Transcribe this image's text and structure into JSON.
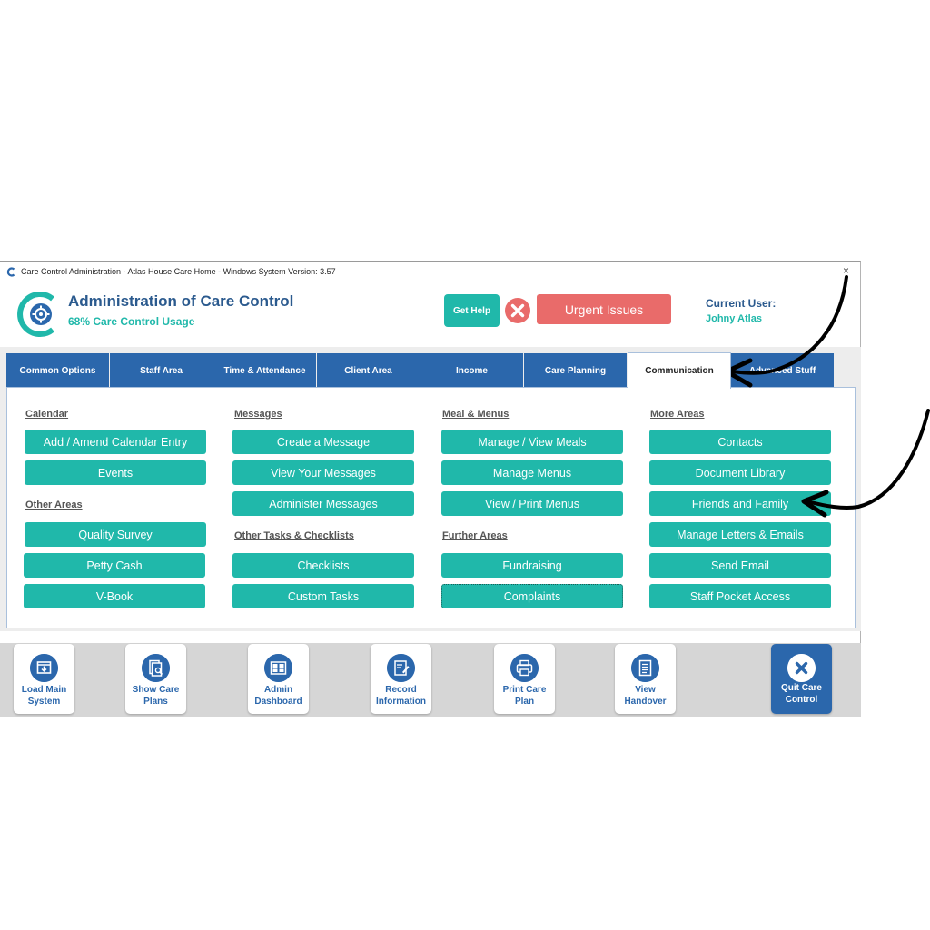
{
  "window": {
    "title": "Care Control Administration - Atlas House Care Home - Windows System Version: 3.57",
    "close_glyph": "×"
  },
  "header": {
    "app_title": "Administration of Care Control",
    "usage": "68% Care Control Usage",
    "get_help": "Get Help",
    "urgent_issues": "Urgent Issues",
    "current_user_label": "Current User:",
    "current_user": "Johny Atlas"
  },
  "tabs": [
    {
      "label": "Common Options"
    },
    {
      "label": "Staff Area"
    },
    {
      "label": "Time & Attendance"
    },
    {
      "label": "Client Area"
    },
    {
      "label": "Income"
    },
    {
      "label": "Care Planning"
    },
    {
      "label": "Communication",
      "active": true
    },
    {
      "label": "Advanced Stuff"
    }
  ],
  "columns": [
    {
      "sections": [
        {
          "label": "Calendar",
          "buttons": [
            "Add / Amend Calendar Entry",
            "Events"
          ]
        },
        {
          "label": "Other Areas",
          "buttons": [
            "Quality Survey",
            "Petty Cash",
            "V-Book"
          ]
        }
      ]
    },
    {
      "sections": [
        {
          "label": "Messages",
          "buttons": [
            "Create a Message",
            "View Your Messages",
            "Administer Messages"
          ]
        },
        {
          "label": "Other Tasks & Checklists",
          "buttons": [
            "Checklists",
            "Custom Tasks"
          ]
        }
      ]
    },
    {
      "sections": [
        {
          "label": "Meal & Menus",
          "buttons": [
            "Manage / View Meals",
            "Manage Menus",
            "View / Print Menus"
          ]
        },
        {
          "label": "Further Areas",
          "buttons": [
            "Fundraising",
            "Complaints"
          ]
        }
      ]
    },
    {
      "sections": [
        {
          "label": "More Areas",
          "buttons": [
            "Contacts",
            "Document Library",
            "Friends and Family",
            "Manage Letters & Emails",
            "Send Email",
            "Staff Pocket Access"
          ]
        }
      ]
    }
  ],
  "toolbar": [
    {
      "label": "Load Main\nSystem",
      "icon": "load-main-system-icon"
    },
    {
      "label": "Show Care\nPlans",
      "icon": "show-care-plans-icon"
    },
    {
      "label": "Admin\nDashboard",
      "icon": "admin-dashboard-icon"
    },
    {
      "label": "Record\nInformation",
      "icon": "record-information-icon"
    },
    {
      "label": "Print Care\nPlan",
      "icon": "print-care-plan-icon"
    },
    {
      "label": "View\nHandover",
      "icon": "view-handover-icon"
    },
    {
      "label": "Quit Care\nControl",
      "icon": "quit-icon"
    }
  ],
  "colors": {
    "teal": "#20b8aa",
    "blue": "#2b67ac",
    "navy_text": "#2b5a8e",
    "urgent": "#e96b6a"
  }
}
